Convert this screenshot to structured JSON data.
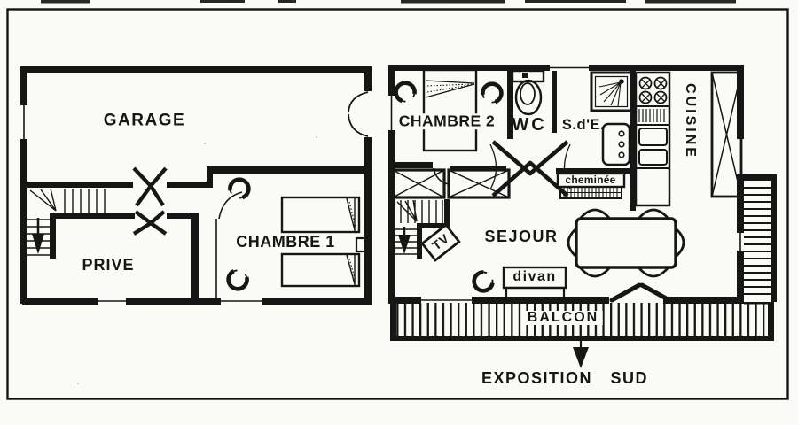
{
  "document": {
    "kind": "scanned floor plan",
    "building": "chalet apartment, two levels side by side"
  },
  "palette": {
    "paper": "#fafaf7",
    "ink": "#161616"
  },
  "ground_floor": {
    "rooms": [
      {
        "id": "garage",
        "label": "GARAGE"
      },
      {
        "id": "prive",
        "label": "PRIVE"
      },
      {
        "id": "chambre1",
        "label": "CHAMBRE 1"
      }
    ]
  },
  "upper_floor": {
    "rooms": [
      {
        "id": "chambre2",
        "label": "CHAMBRE 2"
      },
      {
        "id": "wc",
        "label": "WC"
      },
      {
        "id": "sde",
        "label": "S.d'E."
      },
      {
        "id": "cuisine",
        "label": "CUISINE"
      },
      {
        "id": "sejour",
        "label": "SEJOUR"
      },
      {
        "id": "balcon",
        "label": "BALCON"
      }
    ],
    "furniture_labels": [
      {
        "id": "divan",
        "label": "divan"
      },
      {
        "id": "tv",
        "label": "TV"
      },
      {
        "id": "cheminee",
        "label": "cheminée"
      }
    ]
  },
  "annotations": {
    "exposition": "EXPOSITION SUD"
  },
  "icons": [
    "staircase-down-arrow",
    "door-swing",
    "french-door",
    "toilet",
    "shower",
    "washbasin",
    "stove-burners",
    "sink",
    "wardrobe-cross",
    "bed",
    "armchair",
    "dining-table",
    "south-arrow",
    "balcony-railing",
    "exterior-stairs",
    "fireplace",
    "tv-set",
    "divan-sofa"
  ]
}
